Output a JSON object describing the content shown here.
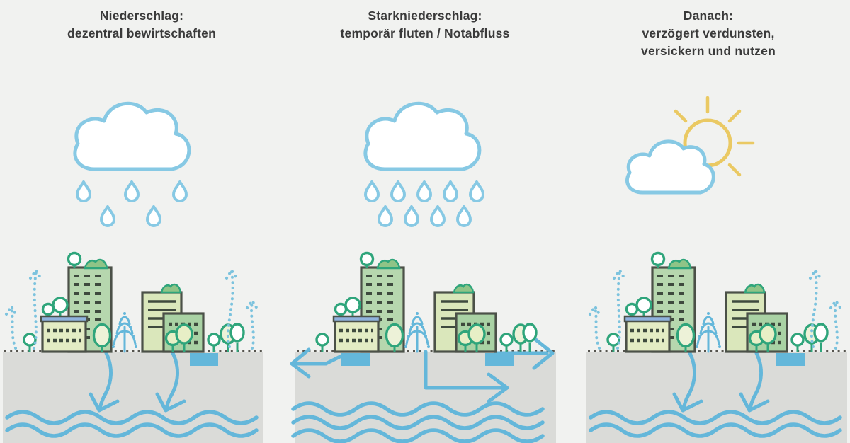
{
  "panels": [
    {
      "name": "niederschlag",
      "title": [
        "Niederschlag:",
        "dezentral bewirtschaften"
      ],
      "weather_icon": "rain-cloud-icon",
      "raindrop_count": 5,
      "scene": {
        "evaporation_arrows": 4,
        "infiltration_arrows": 2,
        "storage_tanks": 1,
        "groundwater_waves": 2
      }
    },
    {
      "name": "starkniederschlag",
      "title": [
        "Starkniederschlag:",
        "temporär fluten / Notabfluss"
      ],
      "weather_icon": "heavy-rain-cloud-icon",
      "raindrop_count": 9,
      "scene": {
        "evaporation_arrows": 0,
        "overflow_arrows": 3,
        "storage_tanks": 2,
        "groundwater_waves": 3
      }
    },
    {
      "name": "danach",
      "title": [
        "Danach:",
        "verzögert verdunsten,",
        "versickern und nutzen"
      ],
      "weather_icon": "sun-behind-cloud-icon",
      "raindrop_count": 0,
      "scene": {
        "evaporation_arrows": 4,
        "infiltration_arrows": 2,
        "storage_tanks": 1,
        "groundwater_waves": 2
      }
    }
  ],
  "colors": {
    "background": "#f1f2f0",
    "ground": "#dadbd8",
    "water_blue": "#64b7da",
    "evap_blue": "#7cc3de",
    "cloud_blue": "#87c9e4",
    "sun_yellow": "#eac963",
    "tree_green": "#2fa57b",
    "outline_dark": "#4b5148",
    "window_dark": "#3e4a3e",
    "roof_blue": "#8fb2dd",
    "building_green": "#b6d7ae",
    "building_cream": "#e3ecc4",
    "building_light": "#dae7bb",
    "building_mid": "#a9d2a4",
    "title_text": "#3a3a3a"
  }
}
